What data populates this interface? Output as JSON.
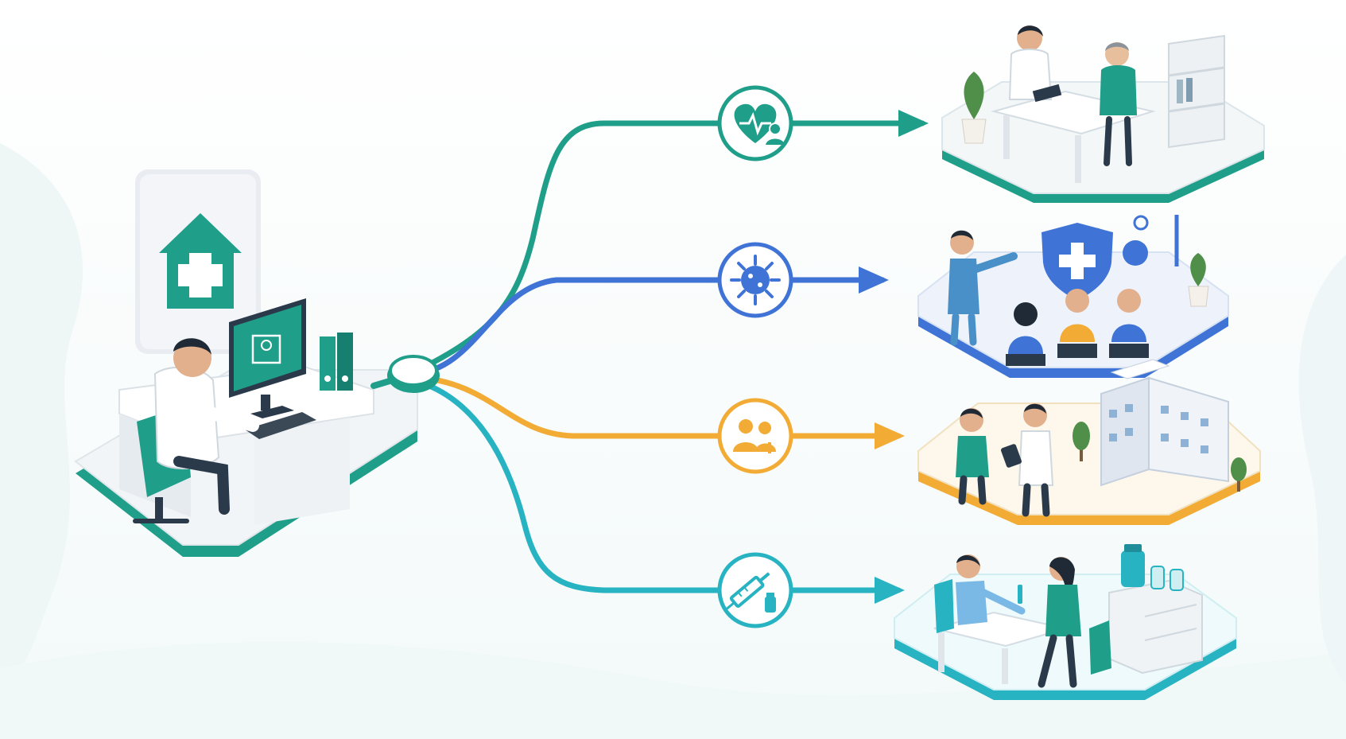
{
  "colors": {
    "teal": "#1f9e8a",
    "teal_dark": "#15806f",
    "blue": "#3f74d6",
    "amber": "#f2ac36",
    "cyan": "#27b3c2",
    "background_wave": "#eaf6f5"
  },
  "hub": {
    "icons": [
      "home-medical-cross-icon",
      "computer-monitor-icon",
      "binders-icon"
    ],
    "scene": "clinician-at-desk"
  },
  "branches": [
    {
      "id": "care",
      "color": "teal",
      "icon": "heart-pulse-person-icon",
      "scene": "doctor-consultation"
    },
    {
      "id": "prevention",
      "color": "blue",
      "icon": "virus-icon",
      "scene": "health-education-shield"
    },
    {
      "id": "community",
      "color": "amber",
      "icon": "people-group-icon",
      "scene": "community-hospital-visit"
    },
    {
      "id": "vaccination",
      "color": "cyan",
      "icon": "syringe-vial-icon",
      "scene": "nurse-vaccination-room"
    }
  ]
}
